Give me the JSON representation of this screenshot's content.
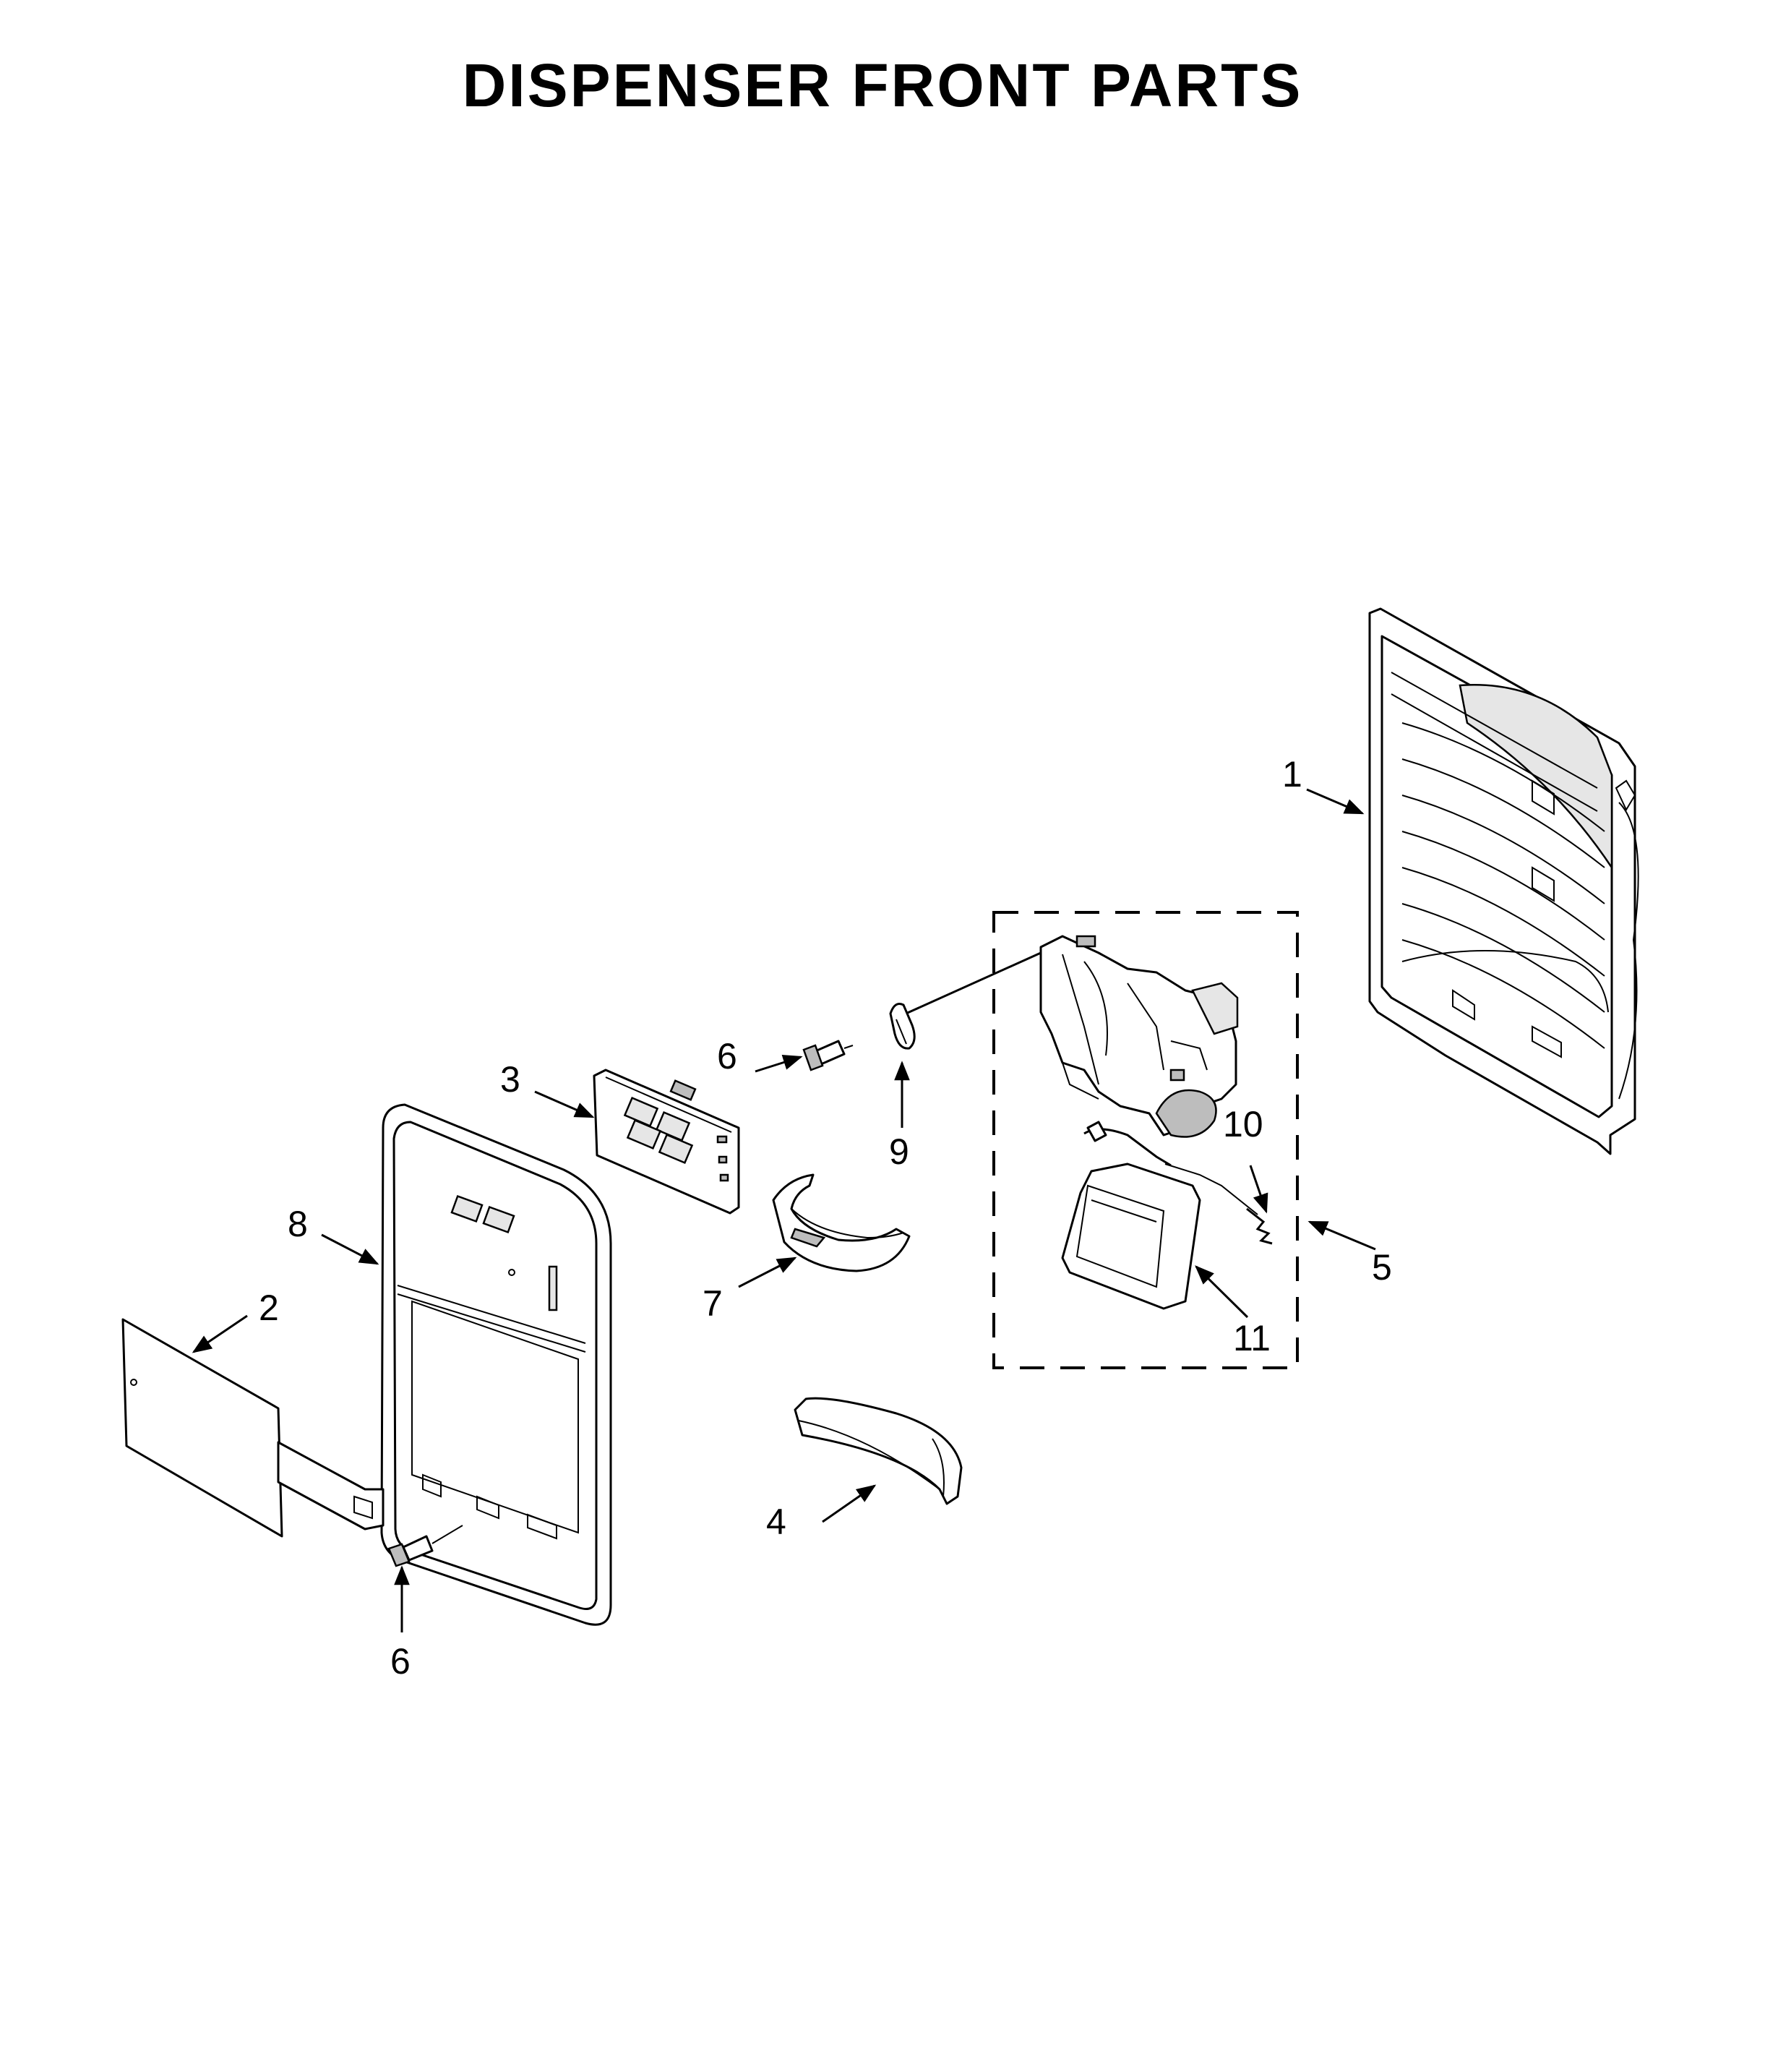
{
  "title": "DISPENSER FRONT PARTS",
  "callouts": [
    {
      "id": "c1",
      "label": "1"
    },
    {
      "id": "c2",
      "label": "2"
    },
    {
      "id": "c3",
      "label": "3"
    },
    {
      "id": "c4",
      "label": "4"
    },
    {
      "id": "c5",
      "label": "5"
    },
    {
      "id": "c6a",
      "label": "6"
    },
    {
      "id": "c6b",
      "label": "6"
    },
    {
      "id": "c7",
      "label": "7"
    },
    {
      "id": "c8",
      "label": "8"
    },
    {
      "id": "c9",
      "label": "9"
    },
    {
      "id": "c10",
      "label": "10"
    },
    {
      "id": "c11",
      "label": "11"
    }
  ]
}
